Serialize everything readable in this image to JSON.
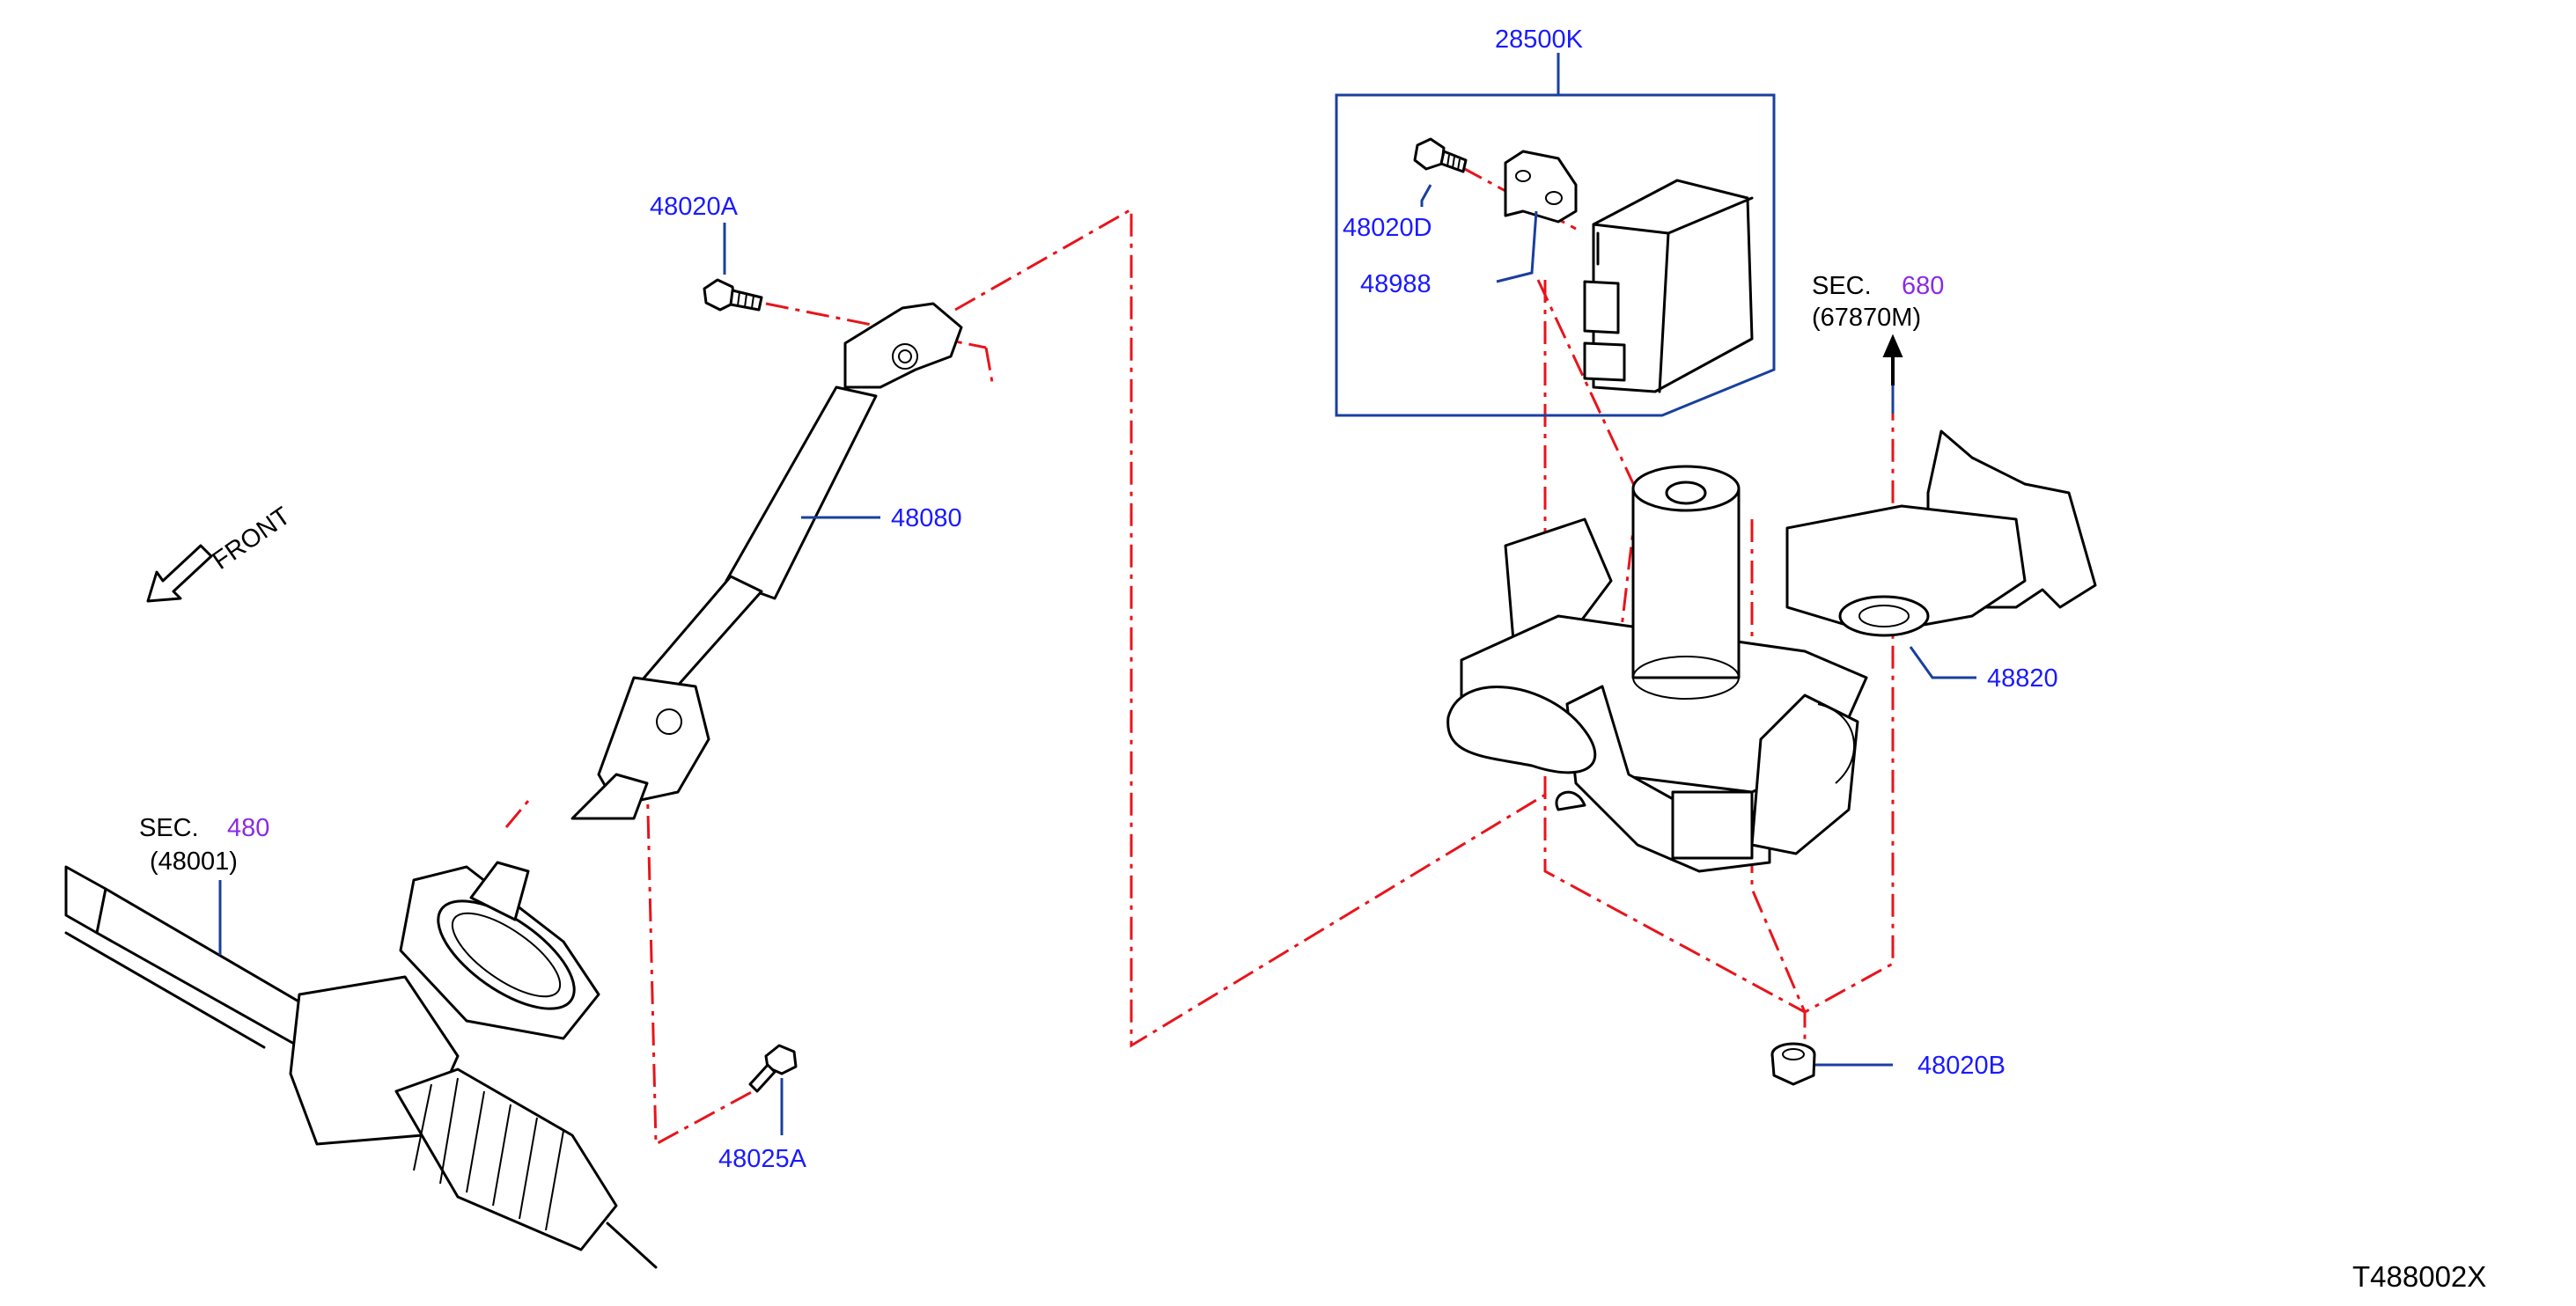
{
  "labels": {
    "p_28500K": "28500K",
    "p_48020D": "48020D",
    "p_48988": "48988",
    "p_48020A": "48020A",
    "p_48080": "48080",
    "p_48820": "48820",
    "p_48020B": "48020B",
    "p_48025A": "48025A"
  },
  "sec_680": {
    "prefix": "SEC.",
    "number": "680",
    "ref": "(67870M)"
  },
  "sec_480": {
    "prefix": "SEC.",
    "number": "480",
    "ref": "(48001)"
  },
  "front_label": "FRONT",
  "diagram_code": "T488002X",
  "colors": {
    "part_label": "#1a1aff",
    "section_number": "#8a2be2",
    "leader_line": "#1a3f9e",
    "dash_line": "#e8141b",
    "outline": "#000000"
  }
}
